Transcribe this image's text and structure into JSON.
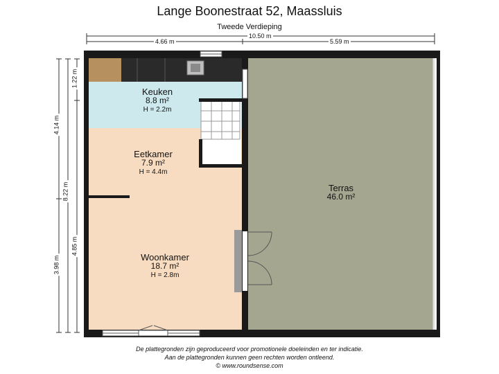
{
  "header": {
    "title": "Lange Boonestraat 52, Maassluis",
    "subtitle": "Tweede Verdieping"
  },
  "dimensions": {
    "total_width": "10.50 m",
    "left_width": "4.66 m",
    "right_width": "5.59 m",
    "outer_height_top": "4.14 m",
    "outer_height_bottom": "3.98 m",
    "inner_kitchen": "1.22 m",
    "inner_total": "8.22 m",
    "inner_living": "4.85 m"
  },
  "rooms": {
    "keuken": {
      "name": "Keuken",
      "area": "8.8 m²",
      "height": "H = 2.2m",
      "color": "#cde9ee"
    },
    "eetkamer": {
      "name": "Eetkamer",
      "area": "7.9 m²",
      "height": "H = 4.4m",
      "color": "#f8dcc1"
    },
    "woonkamer": {
      "name": "Woonkamer",
      "area": "18.7 m²",
      "height": "H = 2.8m",
      "color": "#f8dcc1"
    },
    "terras": {
      "name": "Terras",
      "area": "46.0 m²",
      "color": "#a4a690"
    }
  },
  "footer": {
    "line1": "De plattegronden zijn geproduceerd voor promotionele doeleinden en ter indicatie.",
    "line2": "Aan de plattegronden kunnen geen rechten worden ontleend.",
    "line3": "© www.roundsense.com"
  }
}
